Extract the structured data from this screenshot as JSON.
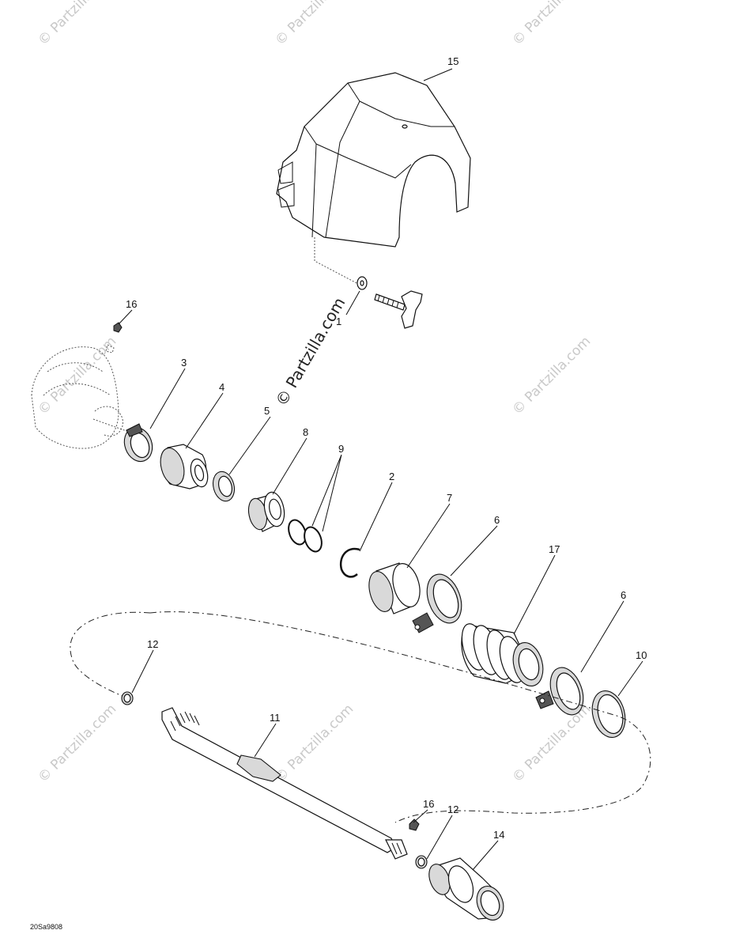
{
  "watermark": {
    "text": "© Partzilla.com",
    "center_text": "© Partzilla.com"
  },
  "diagram_code": "20Sa9808",
  "callouts": [
    "1",
    "2",
    "3",
    "4",
    "5",
    "6",
    "6",
    "7",
    "8",
    "9",
    "10",
    "11",
    "12",
    "12",
    "14",
    "15",
    "16",
    "16",
    "17"
  ]
}
